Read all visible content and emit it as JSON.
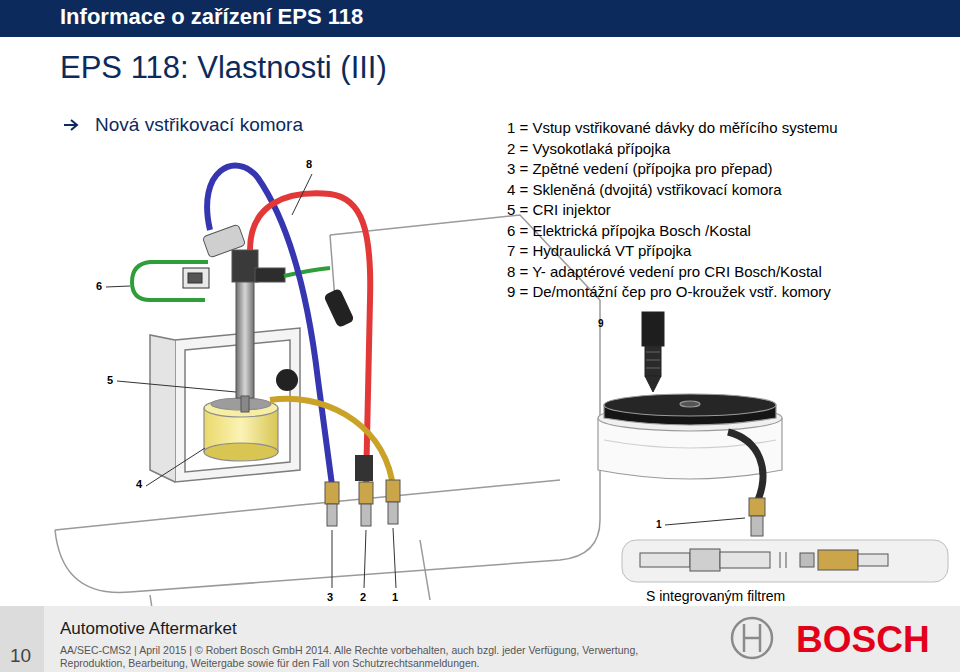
{
  "diagram": {
    "title": "EPS 118: Vlastnosti (III)",
    "labels": [
      "Informace o zařízení EPS 118",
      "Nová vstřikovací komora",
      "1 = Vstup vstřikované dávky do měřícího systemu",
      "2 = Vysokotlaká přípojka",
      "3 = Zpětné vedení (přípojka pro přepad)",
      "4 = Skleněná (dvojitá) vstřikovací komora",
      "5 = CRI injektor",
      "6 = Elektrická přípojka Bosch /Kostal",
      "7 = Hydraulická VT přípojka",
      "8 = Y- adaptérové vedení pro CRI Bosch/Kostal",
      "9 = De/montážní čep pro O-kroužek vstř. komory",
      "8",
      "6",
      "5",
      "4",
      "3",
      "2",
      "1",
      "9",
      "1",
      "S integrovaným filtrem",
      "Automotive Aftermarket",
      "10",
      "AA/SEC-CMS2 | April 2015 | © Robert Bosch GmbH 2014. Alle Rechte vorbehalten, auch bzgl. jeder Verfügung, Verwertung, Reproduktion, Bearbeitung, Weitergabe sowie für den Fall von Schutzrechtsanmeldungen.",
      "BOSCH"
    ]
  }
}
